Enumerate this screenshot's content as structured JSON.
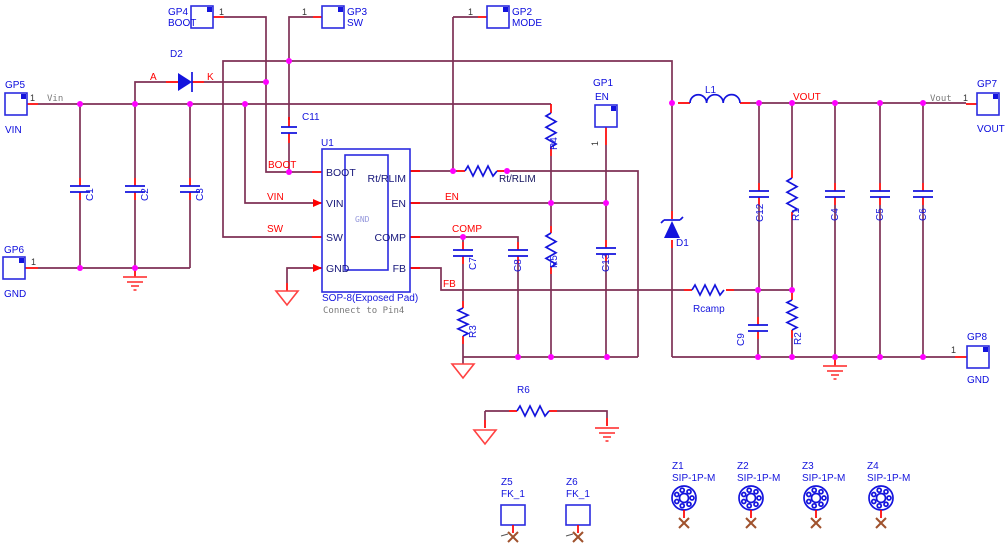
{
  "colors": {
    "wire": "#7e3156",
    "pin_stub": "#fe0000",
    "junction": "#ff00ff",
    "component": "#1414dd",
    "net_label": "#fe0000",
    "port_text": "#0b0bdd",
    "ground": "#ff4242",
    "x_mark": "#a0522d",
    "gray_text": "#7a7a7a"
  },
  "ports": {
    "gp1": {
      "ref": "GP1",
      "net": "EN",
      "pin": "1"
    },
    "gp2": {
      "ref": "GP2",
      "net": "MODE",
      "pin": "1"
    },
    "gp3": {
      "ref": "GP3",
      "net": "SW",
      "pin": "1"
    },
    "gp4": {
      "ref": "GP4",
      "net": "BOOT",
      "pin": "1"
    },
    "gp5": {
      "ref": "GP5",
      "net": "VIN",
      "pin": "1"
    },
    "gp6": {
      "ref": "GP6",
      "net": "GND",
      "pin": "1"
    },
    "gp7": {
      "ref": "GP7",
      "net": "VOUT",
      "pin": "1"
    },
    "gp8": {
      "ref": "GP8",
      "net": "GND",
      "pin": "1"
    }
  },
  "net_labels": {
    "boot": "BOOT",
    "vin": "VIN",
    "sw": "SW",
    "en": "EN",
    "comp": "COMP",
    "fb": "FB",
    "vout": "VOUT",
    "rt": "Rt/RLIM"
  },
  "wire_names": {
    "vin": "Vin",
    "vout": "Vout"
  },
  "ic": {
    "ref": "U1",
    "pins_left": [
      "BOOT",
      "VIN",
      "SW",
      "GND"
    ],
    "pins_right": [
      "Rt/RLIM",
      "EN",
      "COMP",
      "FB"
    ],
    "thermal_pad": "GND",
    "package": "SOP-8(Exposed Pad)",
    "note": "Connect to Pin4"
  },
  "components": {
    "d2": {
      "ref": "D2",
      "anode": "A",
      "cathode": "K"
    },
    "d1": {
      "ref": "D1"
    },
    "l1": {
      "ref": "L1"
    },
    "c1": {
      "ref": "C1"
    },
    "c2": {
      "ref": "C2"
    },
    "c3": {
      "ref": "C3"
    },
    "c4": {
      "ref": "C4"
    },
    "c5": {
      "ref": "C5"
    },
    "c6": {
      "ref": "C6"
    },
    "c7": {
      "ref": "C7"
    },
    "c8": {
      "ref": "C8"
    },
    "c9": {
      "ref": "C9"
    },
    "c11": {
      "ref": "C11"
    },
    "c12": {
      "ref": "C12"
    },
    "c13": {
      "ref": "C13"
    },
    "r1": {
      "ref": "R1"
    },
    "r2": {
      "ref": "R2"
    },
    "r3": {
      "ref": "R3"
    },
    "r4": {
      "ref": "R4"
    },
    "r5": {
      "ref": "R5"
    },
    "r6": {
      "ref": "R6"
    },
    "rcamp": {
      "ref": "Rcamp"
    }
  },
  "connectors": {
    "z1": {
      "ref": "Z1",
      "part": "SIP-1P-M"
    },
    "z2": {
      "ref": "Z2",
      "part": "SIP-1P-M"
    },
    "z3": {
      "ref": "Z3",
      "part": "SIP-1P-M"
    },
    "z4": {
      "ref": "Z4",
      "part": "SIP-1P-M"
    },
    "z5": {
      "ref": "Z5",
      "part": "FK_1"
    },
    "z6": {
      "ref": "Z6",
      "part": "FK_1"
    }
  }
}
